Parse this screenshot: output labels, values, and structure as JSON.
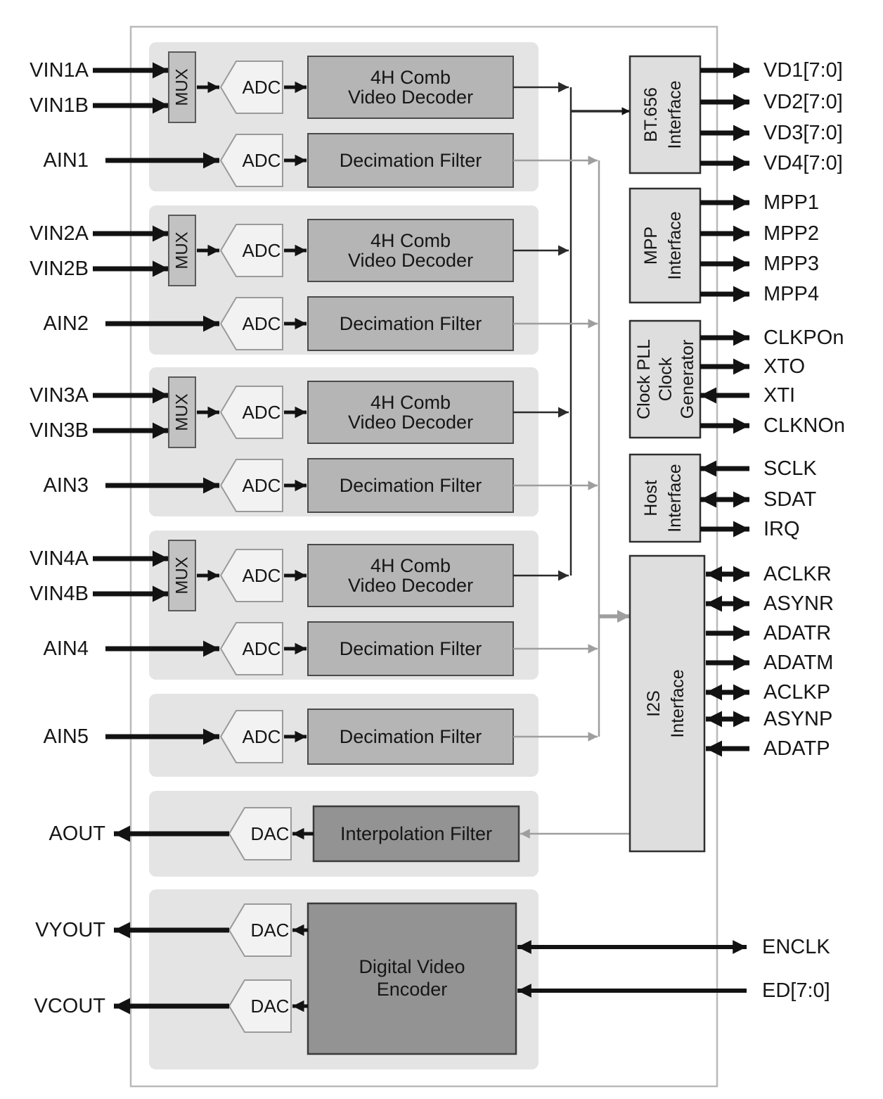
{
  "chip": {
    "channels": [
      {
        "video_input_a": "VIN1A",
        "video_input_b": "VIN1B",
        "audio_input": "AIN1",
        "mux": "MUX",
        "video_adc": "ADC",
        "audio_adc": "ADC",
        "decoder_line1": "4H Comb",
        "decoder_line2": "Video Decoder",
        "decimation_filter": "Decimation Filter"
      },
      {
        "video_input_a": "VIN2A",
        "video_input_b": "VIN2B",
        "audio_input": "AIN2",
        "mux": "MUX",
        "video_adc": "ADC",
        "audio_adc": "ADC",
        "decoder_line1": "4H Comb",
        "decoder_line2": "Video Decoder",
        "decimation_filter": "Decimation Filter"
      },
      {
        "video_input_a": "VIN3A",
        "video_input_b": "VIN3B",
        "audio_input": "AIN3",
        "mux": "MUX",
        "video_adc": "ADC",
        "audio_adc": "ADC",
        "decoder_line1": "4H Comb",
        "decoder_line2": "Video Decoder",
        "decimation_filter": "Decimation Filter"
      },
      {
        "video_input_a": "VIN4A",
        "video_input_b": "VIN4B",
        "audio_input": "AIN4",
        "mux": "MUX",
        "video_adc": "ADC",
        "audio_adc": "ADC",
        "decoder_line1": "4H Comb",
        "decoder_line2": "Video Decoder",
        "decimation_filter": "Decimation Filter"
      }
    ],
    "audio_channel5": {
      "audio_input": "AIN5",
      "adc": "ADC",
      "filter": "Decimation Filter"
    },
    "audio_playback": {
      "output": "AOUT",
      "dac": "DAC",
      "filter": "Interpolation Filter"
    },
    "video_encoder": {
      "label_line1": "Digital Video",
      "label_line2": "Encoder",
      "dac_y": "DAC",
      "dac_c": "DAC",
      "output_y": "VYOUT",
      "output_c": "VCOUT",
      "port_enclk": "ENCLK",
      "port_ed": "ED[7:0]"
    },
    "interfaces": {
      "bt656": {
        "label_line1": "BT.656",
        "label_line2": "Interface",
        "ports": [
          "VD1[7:0]",
          "VD2[7:0]",
          "VD3[7:0]",
          "VD4[7:0]"
        ]
      },
      "mpp": {
        "label_line1": "MPP",
        "label_line2": "Interface",
        "ports": [
          "MPP1",
          "MPP2",
          "MPP3",
          "MPP4"
        ]
      },
      "clock": {
        "label_line1": "Clock PLL",
        "label_line2": "Clock",
        "label_line3": "Generator",
        "ports": [
          "CLKPOn",
          "XTO",
          "XTI",
          "CLKNOn"
        ]
      },
      "host": {
        "label_line1": "Host",
        "label_line2": "Interface",
        "ports": [
          "SCLK",
          "SDAT",
          "IRQ"
        ]
      },
      "i2s": {
        "label_line1": "I2S",
        "label_line2": "Interface",
        "ports": [
          "ACLKR",
          "ASYNR",
          "ADATR",
          "ADATM",
          "ACLKP",
          "ASYNP",
          "ADATP"
        ]
      }
    }
  }
}
